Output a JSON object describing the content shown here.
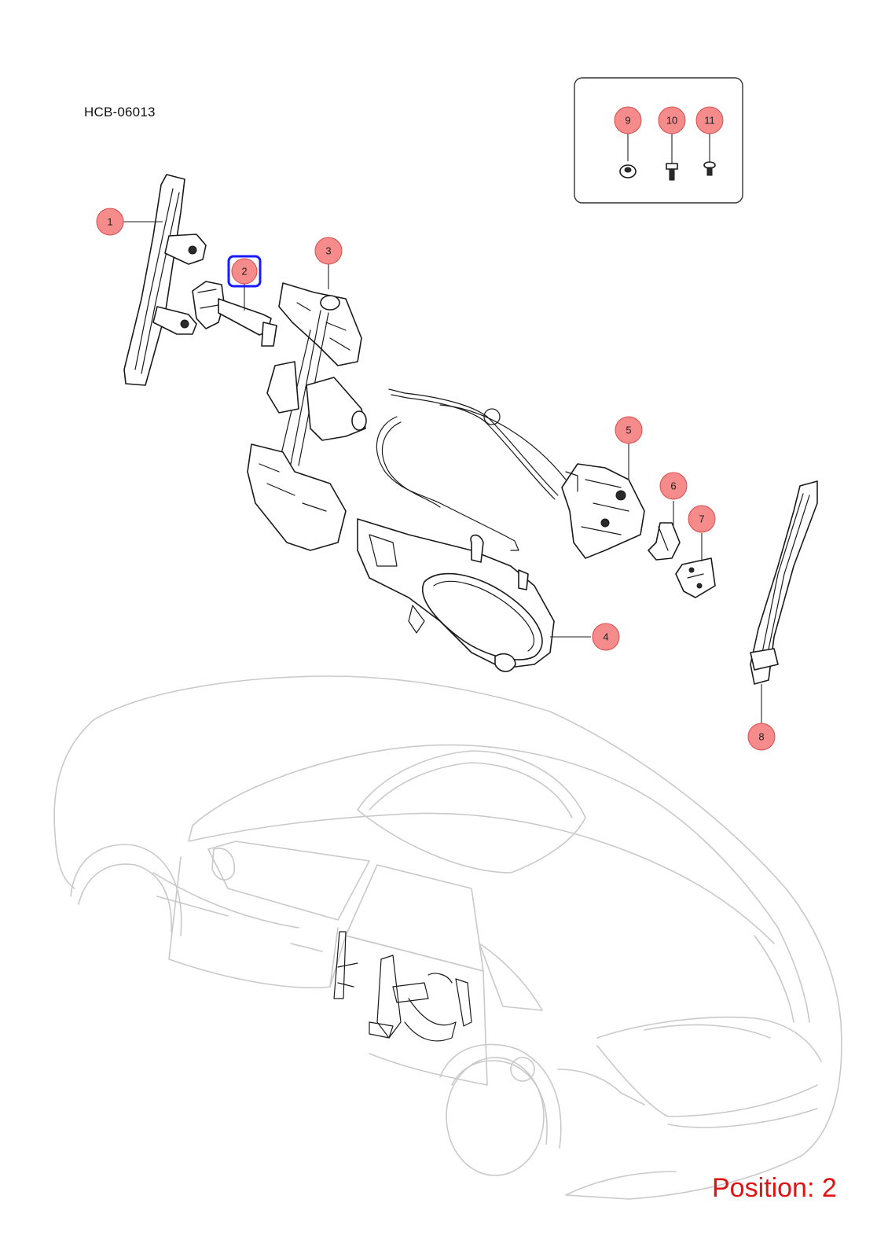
{
  "diagram_code": "HCB-06013",
  "position_label": "Position: 2",
  "colors": {
    "callout_fill": "#f58b8b",
    "callout_stroke": "#d84a4a",
    "highlight": "#1a1aff",
    "position_text": "#e11212",
    "car_outline": "#c9c9c9"
  },
  "callouts": [
    {
      "id": "1",
      "label": "1"
    },
    {
      "id": "2",
      "label": "2",
      "highlighted": true
    },
    {
      "id": "3",
      "label": "3"
    },
    {
      "id": "4",
      "label": "4"
    },
    {
      "id": "5",
      "label": "5"
    },
    {
      "id": "6",
      "label": "6"
    },
    {
      "id": "7",
      "label": "7"
    },
    {
      "id": "8",
      "label": "8"
    },
    {
      "id": "9",
      "label": "9"
    },
    {
      "id": "10",
      "label": "10"
    },
    {
      "id": "11",
      "label": "11"
    }
  ]
}
